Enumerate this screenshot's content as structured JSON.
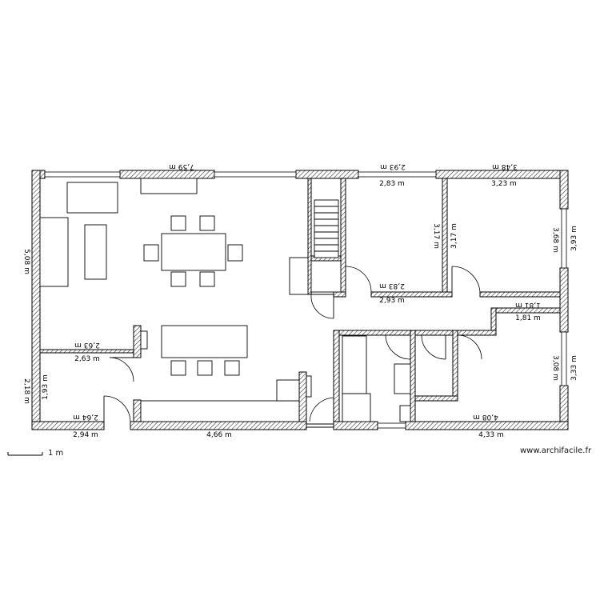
{
  "plan": {
    "dimensions": {
      "top_left": "7,59 m",
      "top_middle": "2,93 m",
      "top_right": "3,48 m",
      "bedroom1_width": "2,83 m",
      "bedroom2_width": "3,23 m",
      "left_wall_height": "5,08 m",
      "bedroom1_height": "3,17 m",
      "bedroom1_height_inner": "3,17 m",
      "bedroom2_height": "3,68 m",
      "bedroom2_height_outer": "3,93 m",
      "hall_width_top": "2,83 m",
      "hall_width_bottom": "2,93 m",
      "small_width_top": "1,81 m",
      "small_width_bottom": "1,81 m",
      "left_room_width_top": "2,63 m",
      "left_room_width_bottom": "2,63 m",
      "left_room_height_outer": "2,18 m",
      "left_room_height_inner": "1,93 m",
      "bottom_left_top": "2,64 m",
      "bottom_left": "2,94 m",
      "bottom_middle": "4,66 m",
      "bedroom3_width_top": "4,08 m",
      "bottom_right": "4,33 m",
      "bedroom3_height": "3,08 m",
      "bedroom3_height_outer": "3,33 m"
    },
    "scale": "1 m",
    "site": "www.archifacile.fr"
  }
}
